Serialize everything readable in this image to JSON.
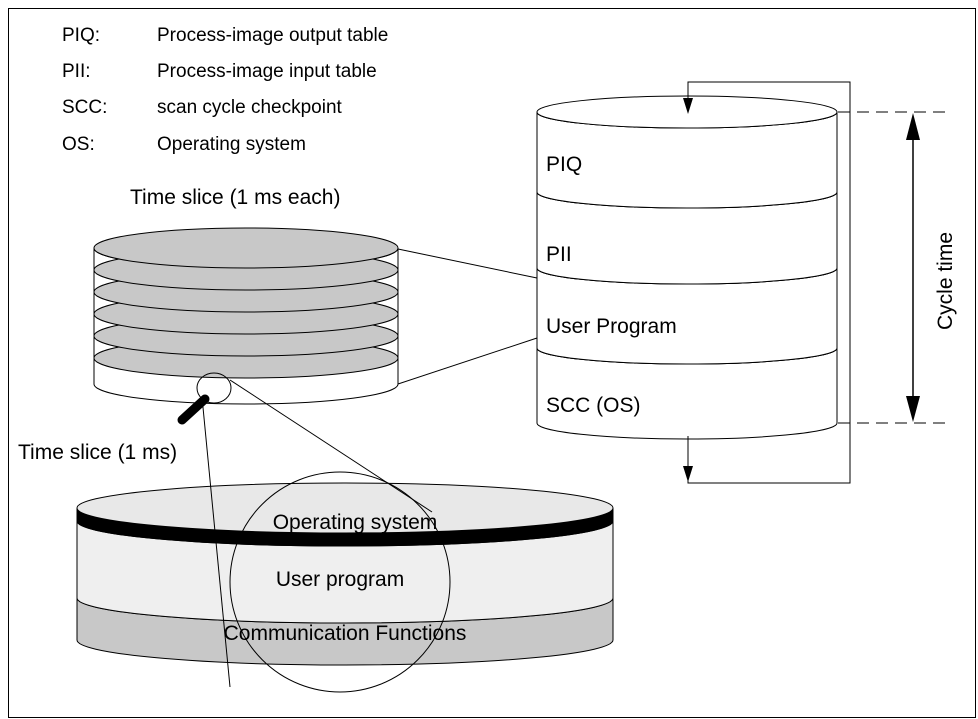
{
  "legend": [
    {
      "abbr": "PIQ:",
      "text": "Process-image output table"
    },
    {
      "abbr": "PII:",
      "text": "Process-image input table"
    },
    {
      "abbr": "SCC:",
      "text": "scan cycle checkpoint"
    },
    {
      "abbr": "OS:",
      "text": "Operating system"
    }
  ],
  "time_slice_stack": {
    "title": "Time slice (1 ms each)",
    "single_label": "Time slice (1 ms)"
  },
  "cycle_stack": {
    "segments": [
      "PIQ",
      "PII",
      "User Program",
      "SCC (OS)"
    ],
    "cycle_label": "Cycle time"
  },
  "slice_disk": {
    "layers": [
      "Operating system",
      "User program",
      "Communication Functions"
    ]
  },
  "colors": {
    "slice_fill": "#c8c8c8",
    "os_band": "#000000",
    "user_band": "#efefef",
    "comm_band": "#c8c8c8",
    "top_face": "#e8e8e8",
    "stroke": "#000000"
  }
}
